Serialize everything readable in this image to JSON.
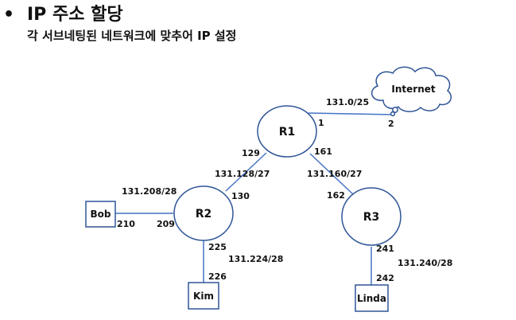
{
  "header": {
    "bullet": "•",
    "title": "IP 주소 할당",
    "subtitle": "각 서브네팅된 네트워크에 맞추어 IP 설정"
  },
  "diagram": {
    "nodes": {
      "r1": "R1",
      "r2": "R2",
      "r3": "R3",
      "internet": "Internet",
      "bob": "Bob",
      "kim": "Kim",
      "linda": "Linda"
    },
    "networks": {
      "r1_internet": "131.0/25",
      "r1_r2": "131.128/27",
      "r1_r3": "131.160/27",
      "r2_bob": "131.208/28",
      "r2_kim": "131.224/28",
      "r3_linda": "131.240/28"
    },
    "interfaces": {
      "r1_internet": "1",
      "internet_r1": "2",
      "r1_r2": "129",
      "r2_r1": "130",
      "r1_r3": "161",
      "r3_r1": "162",
      "bob_r2": "210",
      "r2_bob": "209",
      "r2_kim": "225",
      "kim_r2": "226",
      "r3_linda": "241",
      "linda_r3": "242"
    },
    "colors": {
      "link": "#4472C4",
      "node_stroke": "#2F5597"
    }
  }
}
